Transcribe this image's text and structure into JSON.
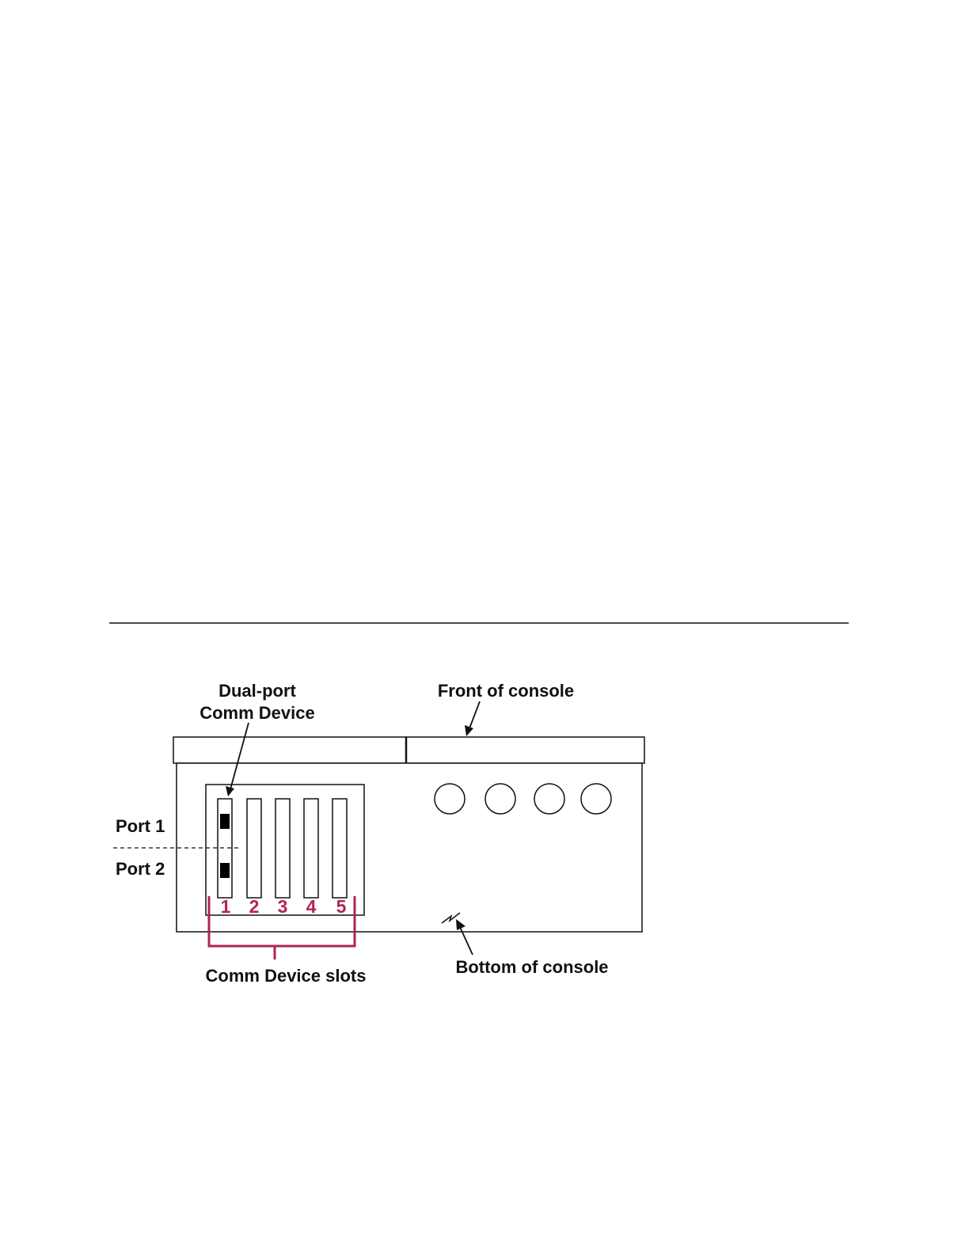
{
  "labels": {
    "dual_port_line1": "Dual-port",
    "dual_port_line2": "Comm Device",
    "front": "Front of console",
    "port1": "Port 1",
    "port2": "Port 2",
    "slots": "Comm Device slots",
    "bottom": "Bottom of console"
  },
  "slot_numbers": [
    "1",
    "2",
    "3",
    "4",
    "5"
  ],
  "colors": {
    "line": "#111111",
    "accent": "#b0235a"
  }
}
